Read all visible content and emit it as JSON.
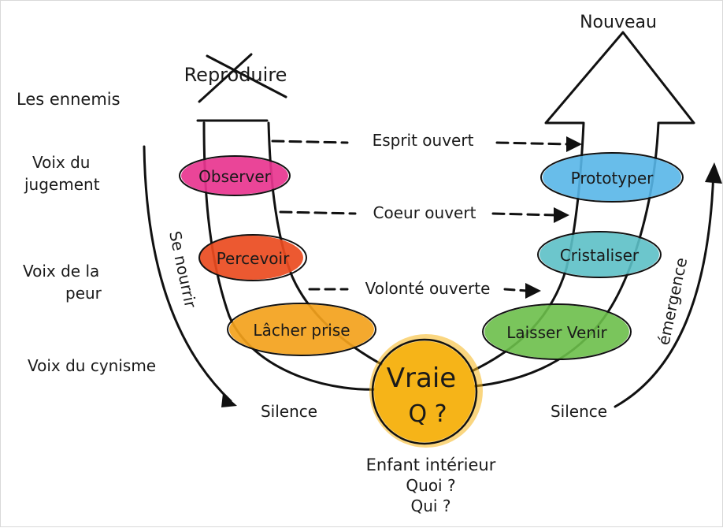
{
  "left_labels": {
    "enemies": "Les ennemis",
    "judgement": [
      "Voix du",
      "jugement"
    ],
    "fear": [
      "Voix de la",
      "peur"
    ],
    "cynicism": "Voix du cynisme"
  },
  "top": {
    "reproduce": "Reproduire",
    "new": "Nouveau"
  },
  "connectors": {
    "open_mind": "Esprit ouvert",
    "open_heart": "Coeur ouvert",
    "open_will": "Volonté ouverte"
  },
  "arrows": {
    "left_side": "Se nourrir",
    "right_side": "émergence"
  },
  "left_stages": [
    "Observer",
    "Percevoir",
    "Lâcher prise"
  ],
  "right_stages": [
    "Prototyper",
    "Cristaliser",
    "Laisser Venir"
  ],
  "center": {
    "line1": "Vraie",
    "line2": "Q ?"
  },
  "silence_left": "Silence",
  "silence_right": "Silence",
  "bottom": {
    "inner_child": "Enfant intérieur",
    "what": "Quoi ?",
    "who": "Qui ?"
  },
  "colors": {
    "observer": "#e8358f",
    "percevoir": "#ea4b1f",
    "lacher": "#f3a21c",
    "prototyper": "#58b6e8",
    "cristaliser": "#5cc0c6",
    "laisser": "#6cbf4a",
    "center": "#f6b418"
  }
}
